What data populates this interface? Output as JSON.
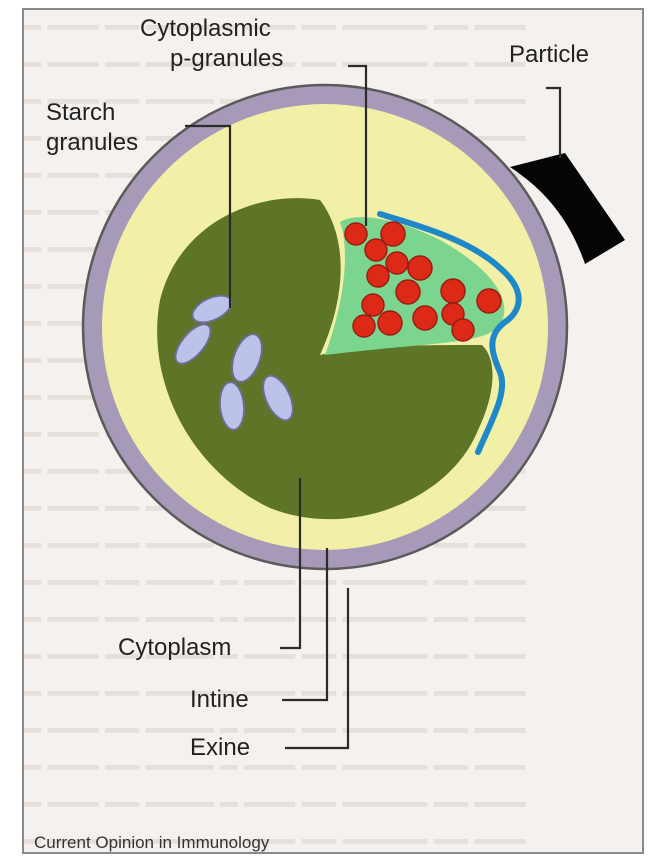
{
  "diagram": {
    "labels": {
      "cytoplasmic_p_granules_line1": "Cytoplasmic",
      "cytoplasmic_p_granules_line2": "p-granules",
      "particle": "Particle",
      "starch_line1": "Starch",
      "starch_line2": "granules",
      "cytoplasm": "Cytoplasm",
      "intine": "Intine",
      "exine": "Exine"
    },
    "credit": "Current Opinion in Immunology",
    "colors": {
      "exine": "#a79ab9",
      "intine": "#f1f0a6",
      "cytoplasm": "#5e7427",
      "p_region": "#7cd58e",
      "p_granule": "#dd2a17",
      "starch": "#bdc2ea",
      "channel": "#1f88c8",
      "particle": "#050505"
    }
  }
}
